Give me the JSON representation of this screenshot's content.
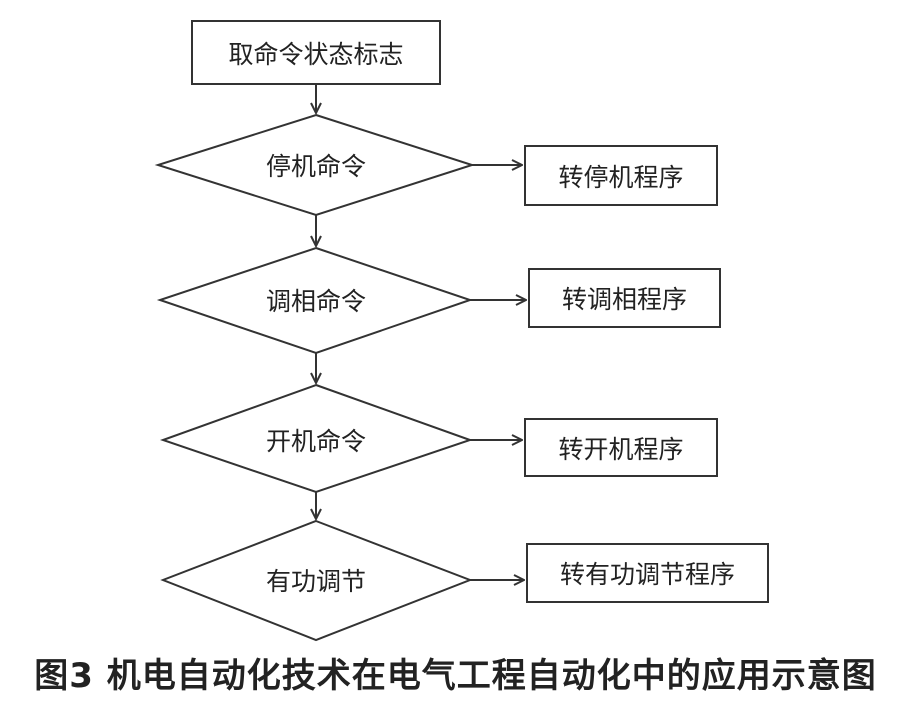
{
  "start": {
    "label": "取命令状态标志"
  },
  "decisions": [
    {
      "label": "停机命令",
      "action": "转停机程序"
    },
    {
      "label": "调相命令",
      "action": "转调相程序"
    },
    {
      "label": "开机命令",
      "action": "转开机程序"
    },
    {
      "label": "有功调节",
      "action": "转有功调节程序"
    }
  ],
  "caption": "图3 机电自动化技术在电气工程自动化中的应用示意图",
  "colors": {
    "stroke": "#333333",
    "text": "#222222",
    "background": "#ffffff"
  }
}
